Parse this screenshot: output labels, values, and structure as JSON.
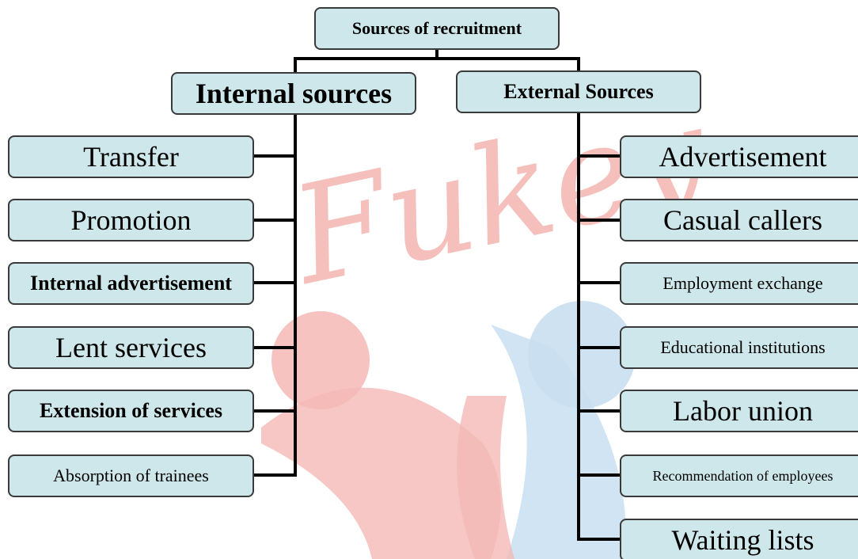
{
  "root": {
    "label": "Sources of recruitment"
  },
  "internal": {
    "label": "Internal sources",
    "items": [
      "Transfer",
      "Promotion",
      "Internal advertisement",
      "Lent services",
      "Extension of services",
      "Absorption of trainees"
    ]
  },
  "external": {
    "label": "External Sources",
    "items": [
      "Advertisement",
      "Casual callers",
      "Employment exchange",
      "Educational institutions",
      "Labor union",
      "Recommendation of employees",
      "Waiting lists"
    ]
  },
  "watermark": {
    "text": "Fukey",
    "colors": [
      "#f4b9b5",
      "#c9dff1"
    ]
  },
  "colors": {
    "node_fill": "#cde7ea",
    "node_border": "#3a3a3a",
    "line": "#000000"
  }
}
